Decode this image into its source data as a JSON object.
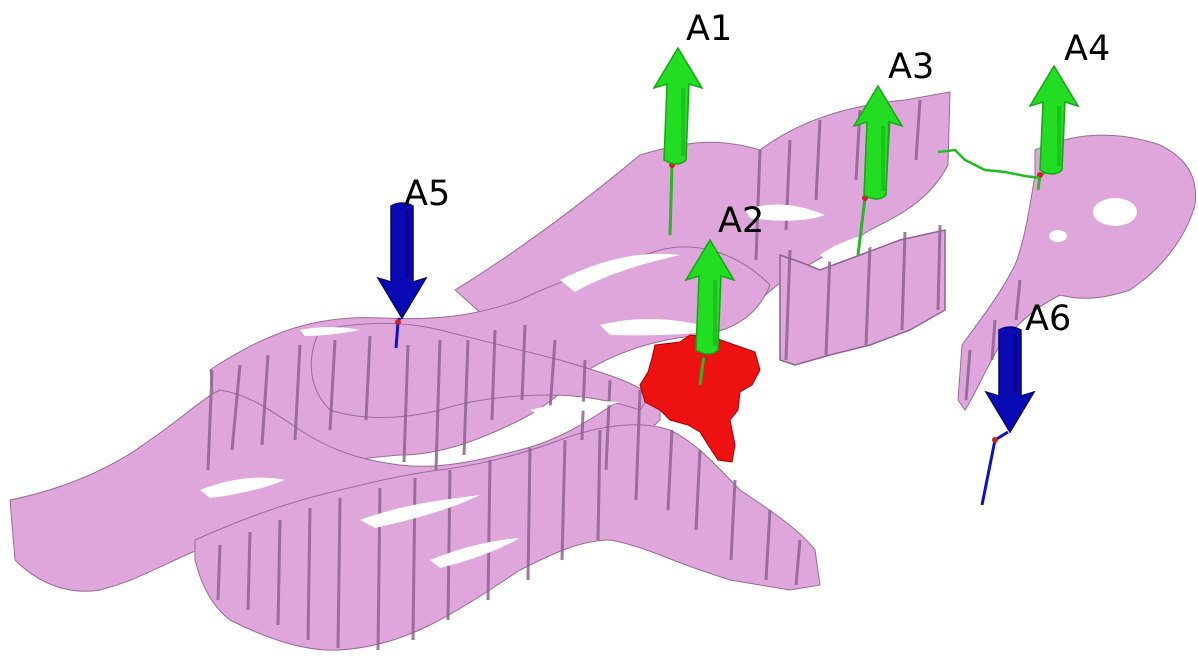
{
  "colors": {
    "formation_fill": "#dfa6dc",
    "formation_edge": "#9a6b98",
    "formation_shadow": "#8f6291",
    "injector": "#22dd22",
    "injector_dark": "#14a814",
    "producer": "#0a0ab4",
    "producer_dark": "#05056e",
    "source_zone": "#ee1111",
    "well_trace_red": "#cc2222",
    "well_trace_green": "#22bb22",
    "well_trace_blue": "#1010cc"
  },
  "wells": [
    {
      "id": "A1",
      "label": "A1",
      "type": "injector",
      "direction": "up"
    },
    {
      "id": "A2",
      "label": "A2",
      "type": "injector",
      "direction": "up"
    },
    {
      "id": "A3",
      "label": "A3",
      "type": "injector",
      "direction": "up"
    },
    {
      "id": "A4",
      "label": "A4",
      "type": "injector",
      "direction": "up"
    },
    {
      "id": "A5",
      "label": "A5",
      "type": "producer",
      "direction": "down"
    },
    {
      "id": "A6",
      "label": "A6",
      "type": "producer",
      "direction": "down"
    }
  ]
}
